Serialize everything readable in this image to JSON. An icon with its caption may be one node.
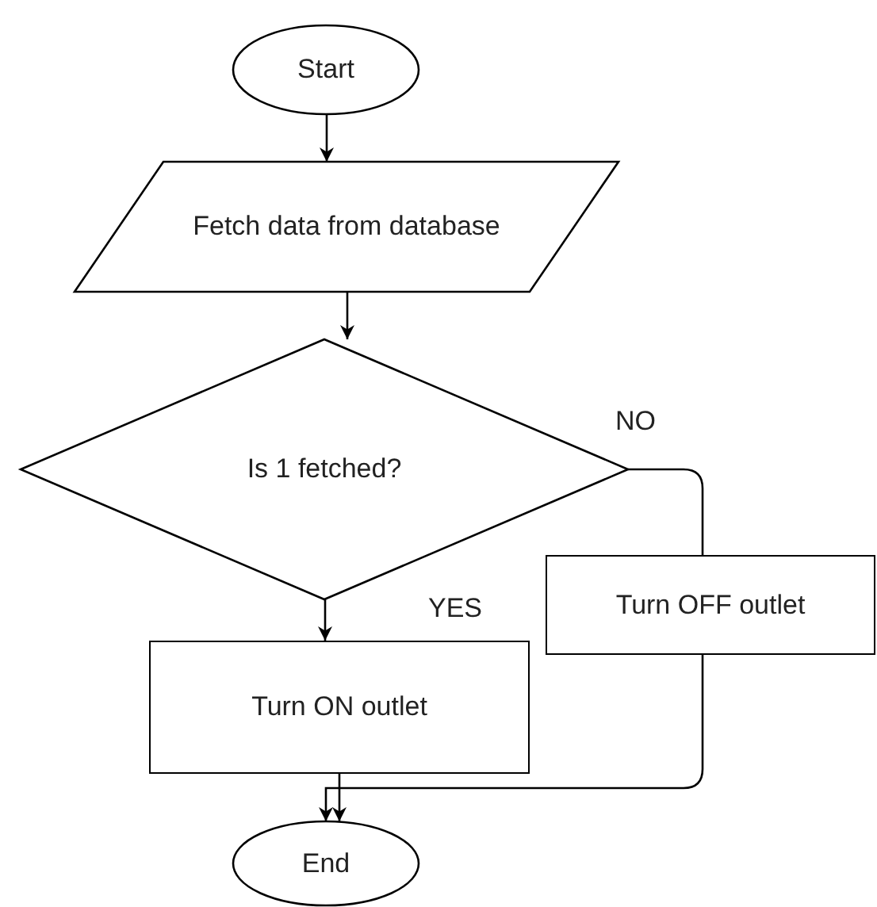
{
  "diagram": {
    "nodes": [
      {
        "text": [
          "Start"
        ]
      },
      {
        "text": [
          "Fetch data from database"
        ]
      },
      {
        "text": [
          "Is 1 fetched?"
        ]
      },
      {
        "text": [
          "Turn ON outlet"
        ]
      },
      {
        "text": [
          "Turn OFF outlet"
        ]
      },
      {
        "text": [
          "End"
        ]
      }
    ],
    "edges": [
      {
        "from": 0,
        "to": 1,
        "arrow": "to"
      },
      {
        "from": 1,
        "to": 2,
        "arrow": "to"
      },
      {
        "from": 2,
        "to": 3,
        "arrow": "to",
        "label": "YES"
      },
      {
        "from": 2,
        "to": 4,
        "arrow": "none",
        "label": "NO"
      },
      {
        "from": 3,
        "to": 5,
        "arrow": "to"
      },
      {
        "from": 4,
        "to": 5,
        "arrow": "to"
      }
    ]
  }
}
